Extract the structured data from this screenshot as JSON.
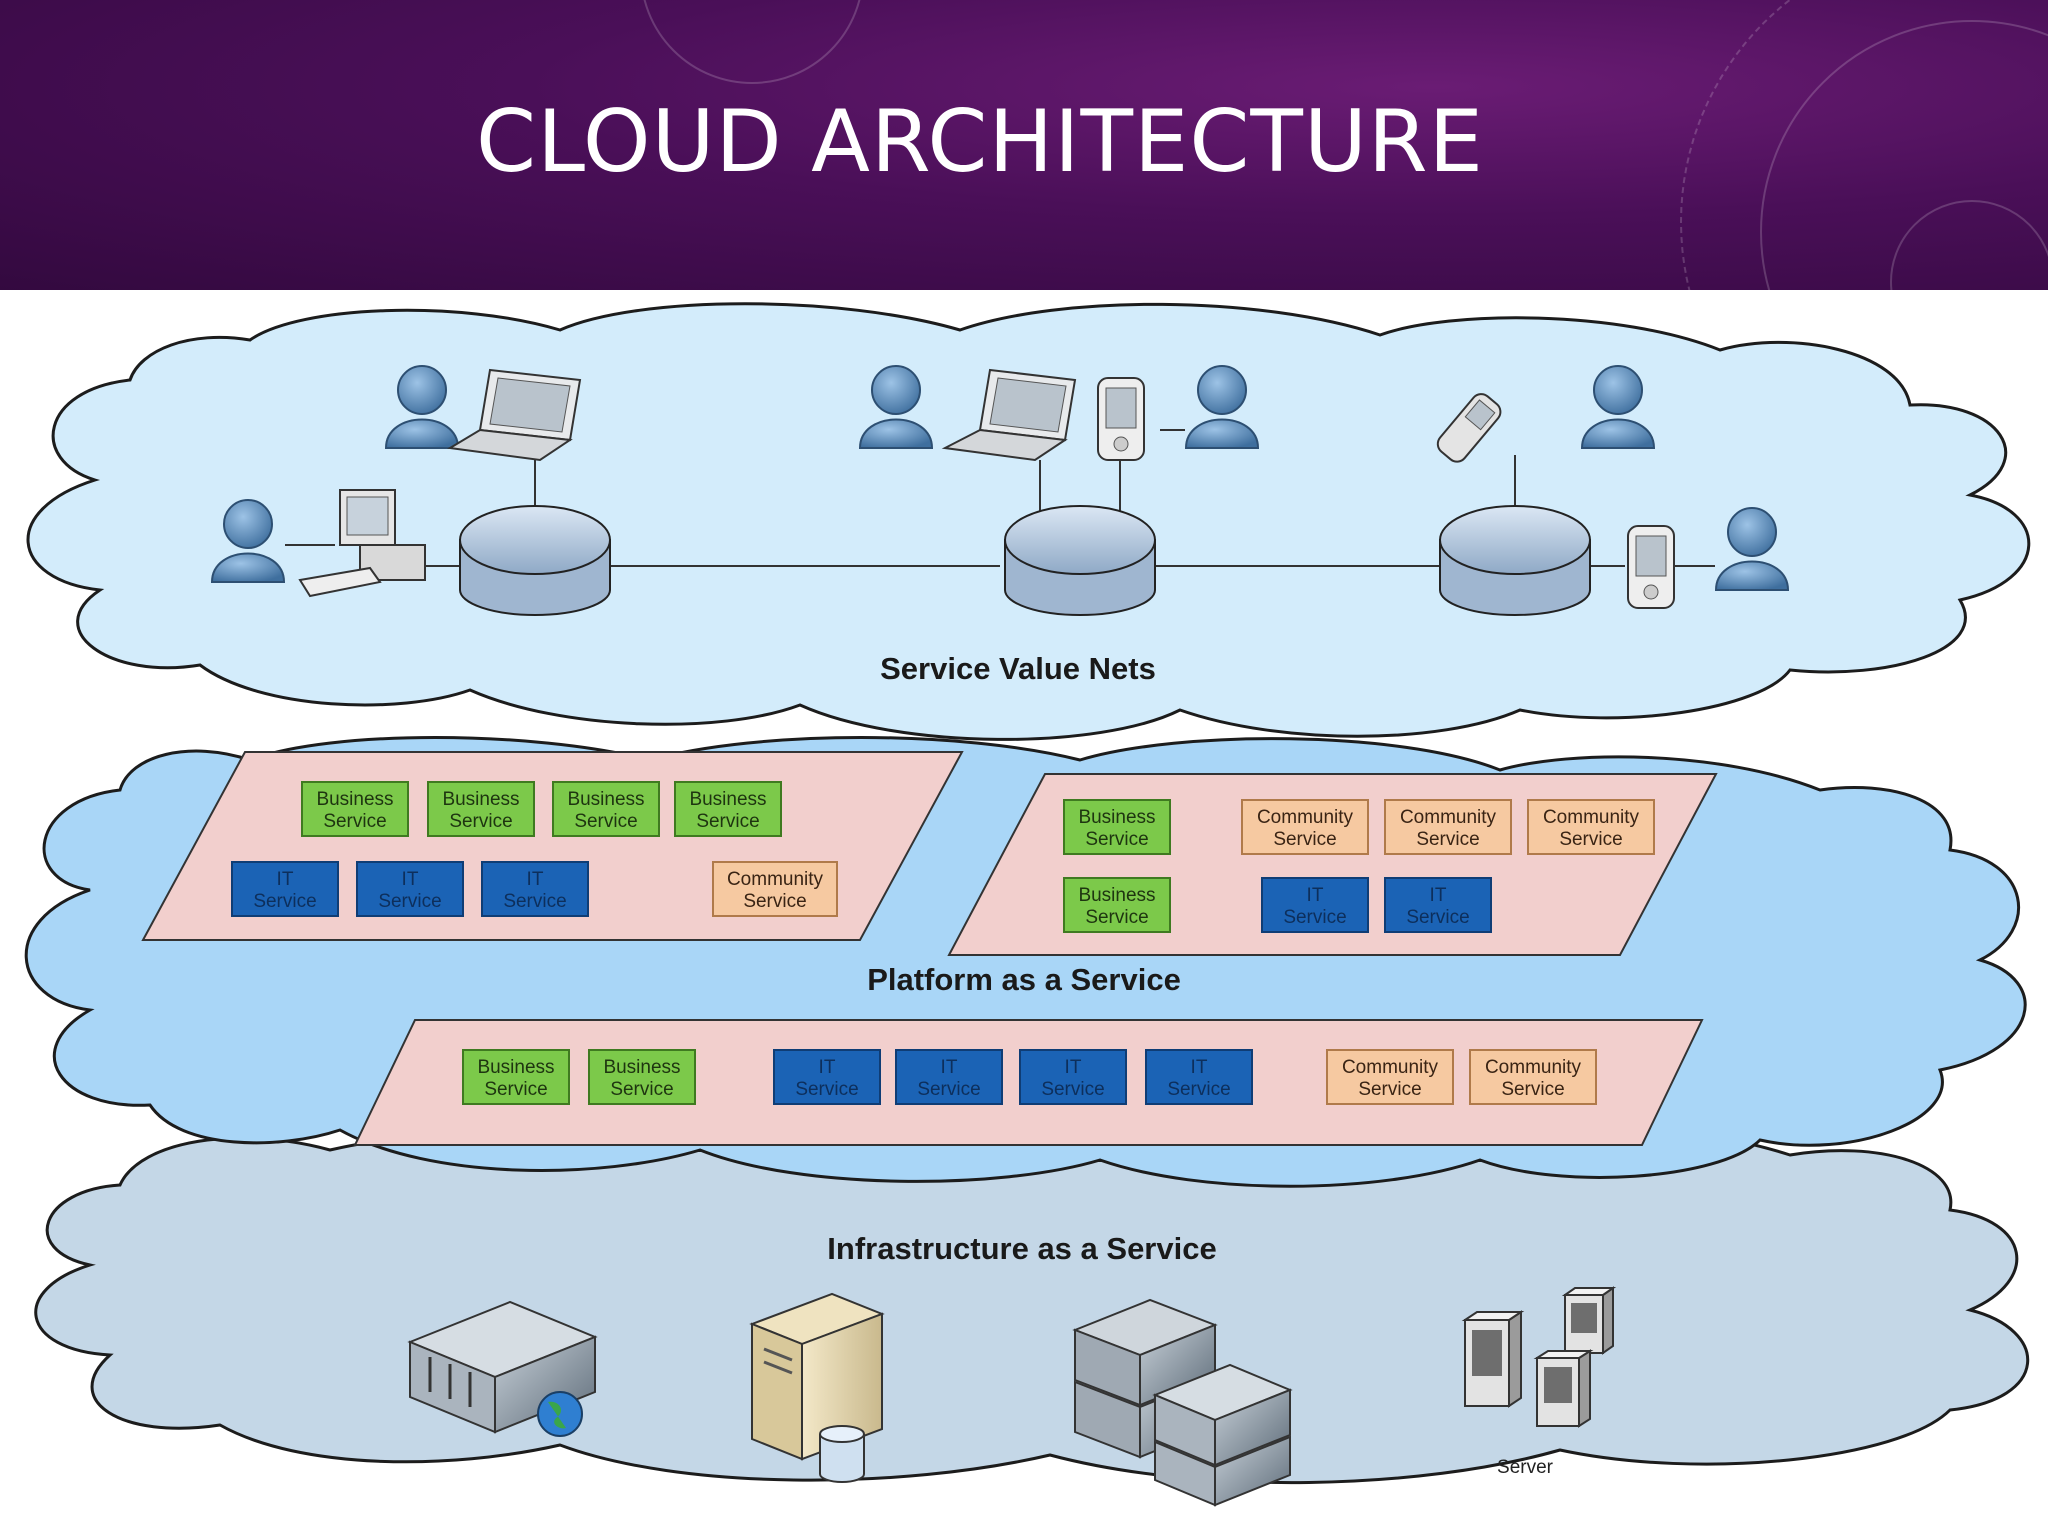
{
  "slide": {
    "title": "CLOUD ARCHITECTURE"
  },
  "layers": {
    "svn": {
      "label": "Service Value Nets"
    },
    "paas": {
      "label": "Platform as a Service"
    },
    "iaas": {
      "label": "Infrastructure as a Service",
      "server_label": "Server"
    }
  },
  "service_types": {
    "business": {
      "line1": "Business",
      "line2": "Service",
      "fill": "#7cc94a",
      "stroke": "#3f7a20",
      "text": "#1e3510"
    },
    "it": {
      "line1": "IT",
      "line2": "Service",
      "fill": "#1b63b5",
      "stroke": "#0f3d75",
      "text": "#0d2f5c"
    },
    "community": {
      "line1": "Community",
      "line2": "Service",
      "fill": "#f6c9a1",
      "stroke": "#b07a4a",
      "text": "#3a2414"
    }
  },
  "platform_groups": [
    {
      "id": "left",
      "services": [
        "business",
        "business",
        "business",
        "business",
        "it",
        "it",
        "it",
        "community"
      ]
    },
    {
      "id": "right",
      "services": [
        "business",
        "community",
        "community",
        "community",
        "business",
        "it",
        "it"
      ]
    },
    {
      "id": "bottom",
      "services": [
        "business",
        "business",
        "it",
        "it",
        "it",
        "it",
        "community",
        "community"
      ]
    }
  ],
  "devices": {
    "users": [
      "user-icon",
      "user-icon",
      "user-icon",
      "user-icon",
      "user-icon",
      "user-icon",
      "user-icon"
    ],
    "hubs": [
      "hub-left",
      "hub-middle",
      "hub-right"
    ]
  },
  "colors": {
    "banner": "#4a0f58",
    "cloud_top": "#d3ecfb",
    "cloud_mid": "#a9d6f7",
    "cloud_bottom": "#c4d7e7",
    "parallelogram": "#f2cfcd"
  }
}
